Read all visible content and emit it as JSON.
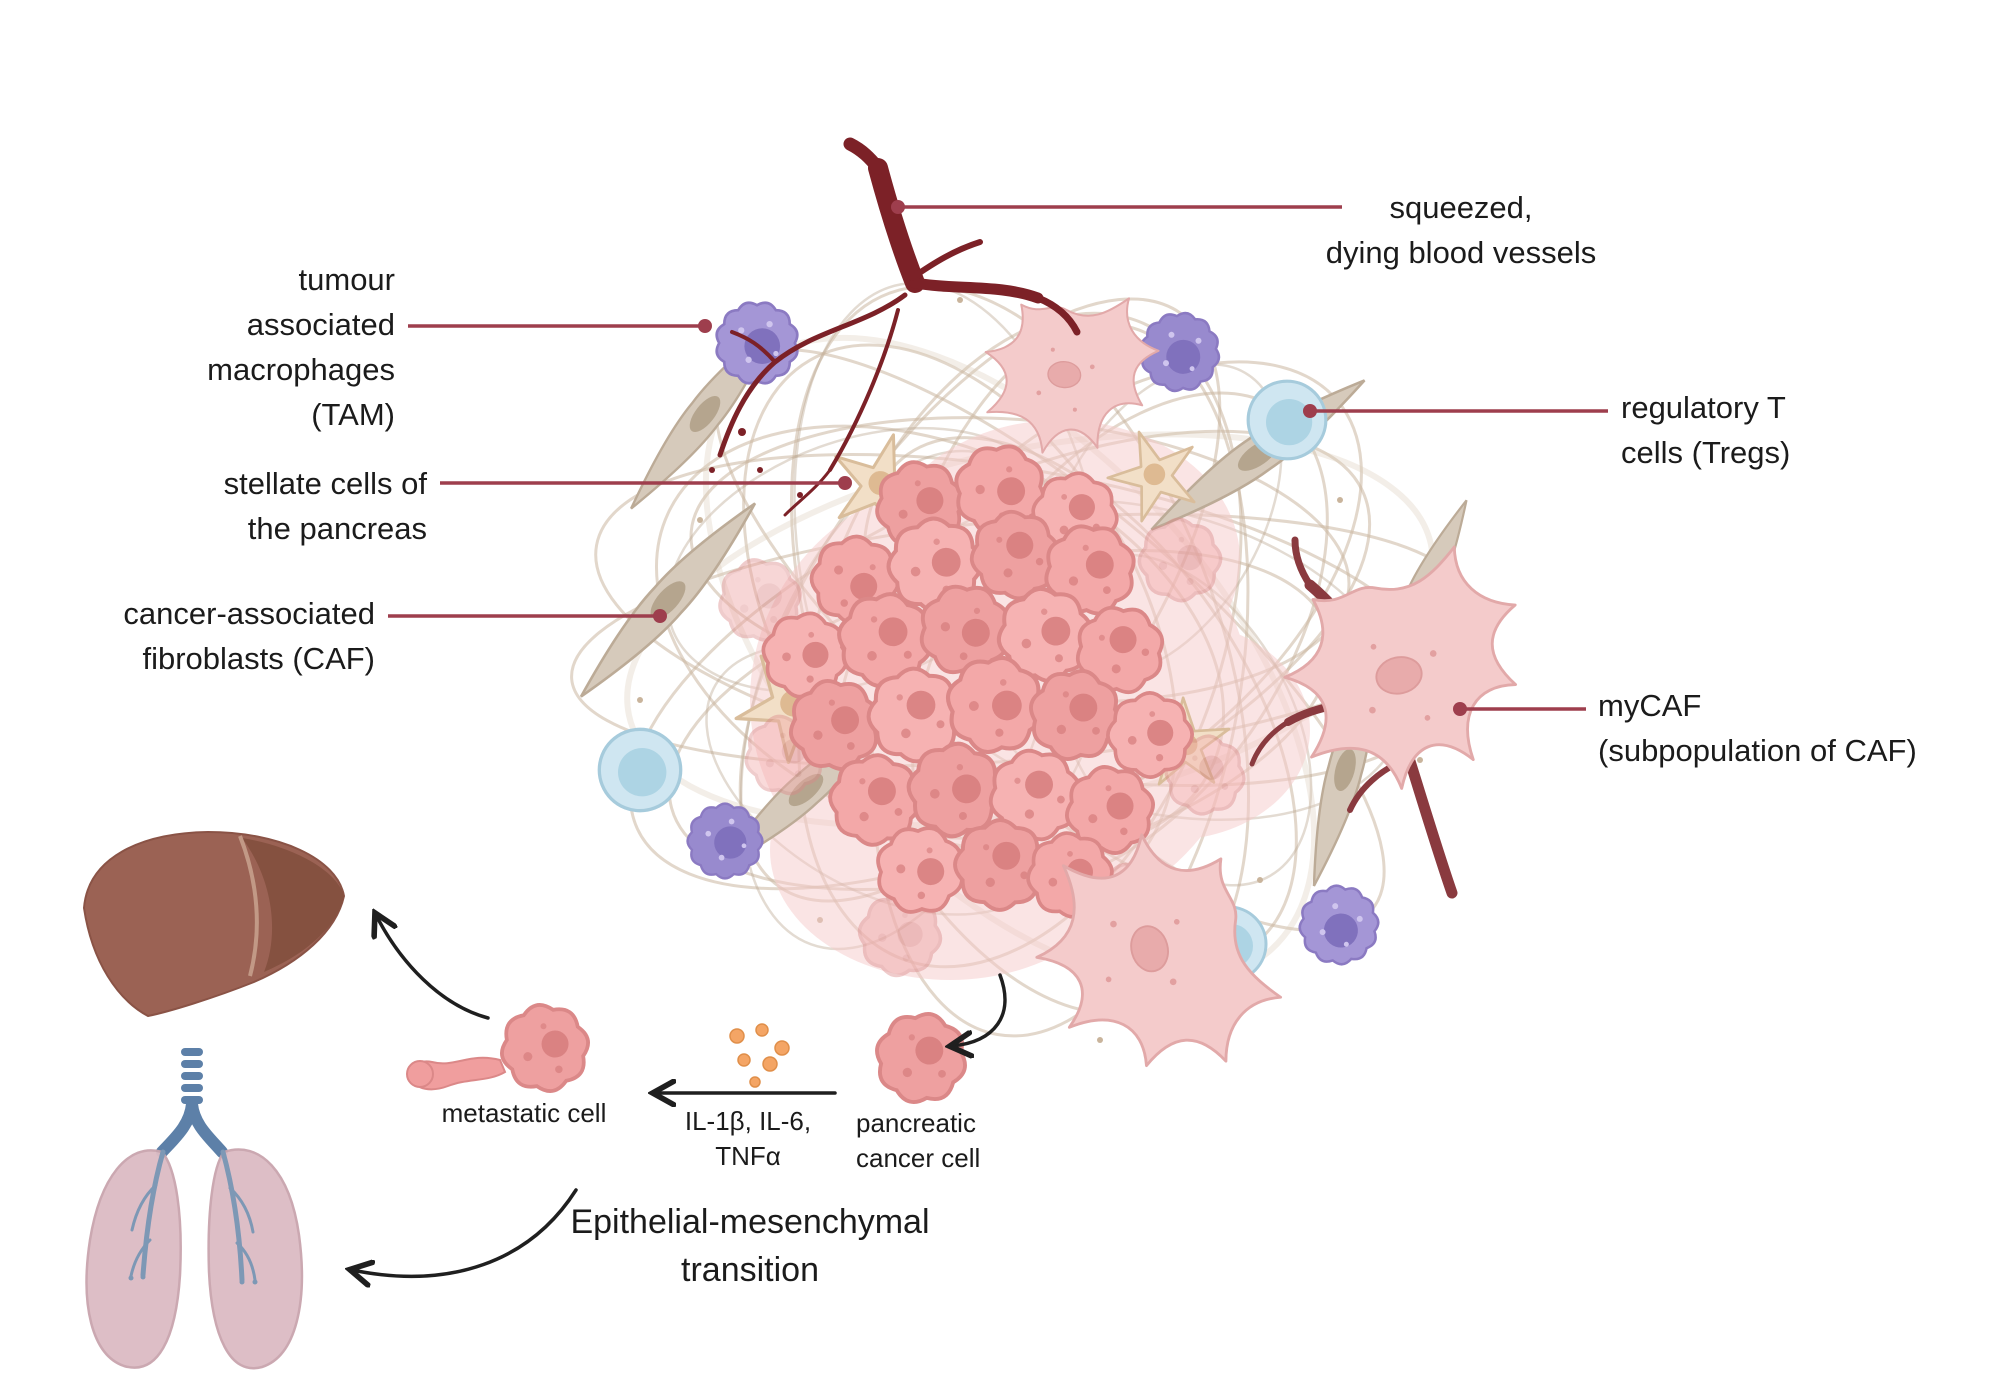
{
  "figure": {
    "callouts": {
      "vessels": {
        "lines": [
          "squeezed,",
          "dying blood vessels"
        ]
      },
      "tam": {
        "lines": [
          "tumour",
          "associated",
          "macrophages",
          "(TAM)"
        ]
      },
      "stellate": {
        "lines": [
          "stellate cells of",
          "the pancreas"
        ]
      },
      "caf": {
        "lines": [
          "cancer-associated",
          "fibroblasts (CAF)"
        ]
      },
      "tregs": {
        "lines": [
          "regulatory T",
          "cells (Tregs)"
        ]
      },
      "mycaf": {
        "lines": [
          "myCAF",
          "(subpopulation of  CAF)"
        ]
      }
    },
    "flow": {
      "metastatic_label": "metastatic cell",
      "cytokines": {
        "lines": [
          "IL-1β, IL-6,",
          "TNFα"
        ]
      },
      "pancreatic": {
        "lines": [
          "pancreatic",
          "cancer cell"
        ]
      },
      "emt": {
        "lines": [
          "Epithelial-mesenchymal",
          "transition"
        ]
      }
    },
    "icons": {
      "blood_vessel": "branching-dark-red-vessel",
      "macrophage": "bumpy-purple-cell",
      "treg": "round-light-blue-cell",
      "stellate": "beige-star-cell",
      "caf_spindle": "tan-spindle-fibroblast",
      "mycaf": "pink-branched-fibroblast",
      "tumor_mass": "pink-crinkly-cell-cluster",
      "fiber_mesh": "tangled-beige-matrix-fibers",
      "liver": "brown-liver-organ",
      "lungs": "pink-lungs-with-blue-trachea",
      "cytokine_dots": "orange-secreted-molecules",
      "arrows": "black-curved-arrows"
    },
    "colors": {
      "text": "#1b1b1b",
      "callout_line": "#9e3e4d",
      "vessel_dark": "#7c2127",
      "vessel_right": "#8a3a3f",
      "tumor_cell_pink": "#f0a3a3",
      "tumor_nucleus": "#d67c7c",
      "macrophage_purple": "#a496d6",
      "treg_blue": "#cfe6f1",
      "stellate_beige": "#f2dfc7",
      "caf_spindle_tan": "#d6cabb",
      "mycaf_pink": "#f4cbcb",
      "fiber_beige": "#cbb7a0",
      "liver_brown": "#9b6254",
      "lung_pink": "#dcbcc4",
      "trachea_blue": "#5d80a8",
      "cytokine_orange": "#f4a565",
      "arrow_black": "#1f1f1f"
    }
  }
}
